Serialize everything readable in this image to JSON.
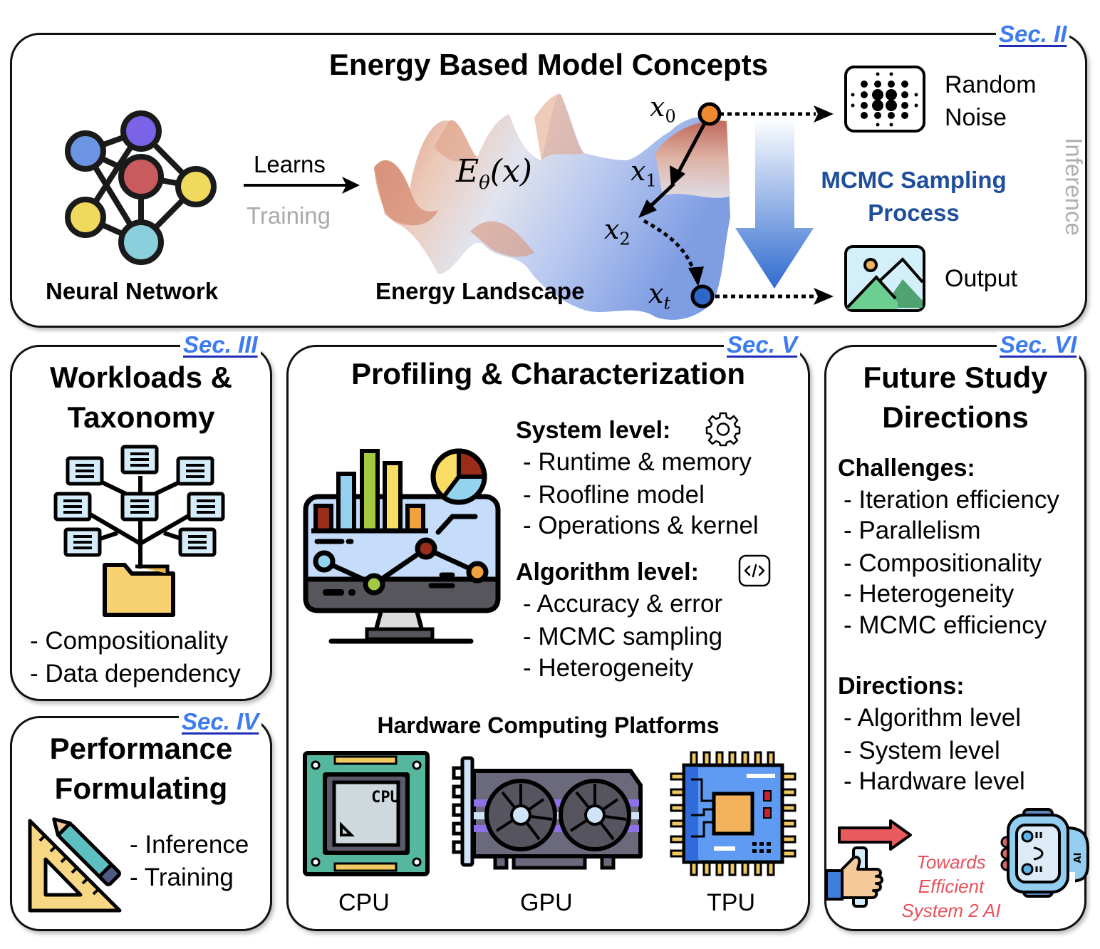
{
  "top_panel": {
    "title": "Energy Based Model Concepts",
    "section": "Sec. II",
    "neural_network_label": "Neural Network",
    "learns_label": "Learns",
    "training_label": "Training",
    "energy_function": "Eθ(x)",
    "energy_landscape_label": "Energy Landscape",
    "states": [
      "x0",
      "x1",
      "x2",
      "xt"
    ],
    "random_noise_label": [
      "Random",
      "Noise"
    ],
    "mcmc_label": [
      "MCMC Sampling",
      "Process"
    ],
    "output_label": "Output",
    "inference_label": "Inference",
    "colors": {
      "mcmc_text": "#1f4e9c",
      "section_link": "#3d7bf0",
      "training_text": "#aaaaaa",
      "x0_node": "#f08a30",
      "xt_node": "#2f67c9"
    }
  },
  "workloads_panel": {
    "section": "Sec. III",
    "title_lines": [
      "Workloads &",
      "Taxonomy"
    ],
    "items": [
      "- Compositionality",
      "- Data dependency"
    ]
  },
  "performance_panel": {
    "section": "Sec. IV",
    "title_lines": [
      "Performance",
      "Formulating"
    ],
    "items": [
      "- Inference",
      "- Training"
    ]
  },
  "profiling_panel": {
    "section": "Sec. V",
    "title": "Profiling & Characterization",
    "system_level": {
      "heading": "System level:",
      "items": [
        "- Runtime & memory",
        "- Roofline model",
        "- Operations & kernel"
      ]
    },
    "algorithm_level": {
      "heading": "Algorithm level:",
      "items": [
        "- Accuracy & error",
        "- MCMC sampling",
        "- Heterogeneity"
      ]
    },
    "hardware_heading": "Hardware Computing Platforms",
    "hardware": [
      "CPU",
      "GPU",
      "TPU"
    ],
    "cpu_chip_text": "CPU"
  },
  "future_panel": {
    "section": "Sec. VI",
    "title_lines": [
      "Future Study",
      "Directions"
    ],
    "challenges_heading": "Challenges:",
    "challenges": [
      "- Iteration efficiency",
      "- Parallelism",
      "- Compositionality",
      "- Heterogeneity",
      "- MCMC efficiency"
    ],
    "directions_heading": "Directions:",
    "directions": [
      "- Algorithm level",
      "- System level",
      "- Hardware level"
    ],
    "tagline": [
      "Towards",
      "Efficient",
      "System 2 AI"
    ],
    "robot_tag": "AI",
    "tagline_color": "#e8505b"
  }
}
